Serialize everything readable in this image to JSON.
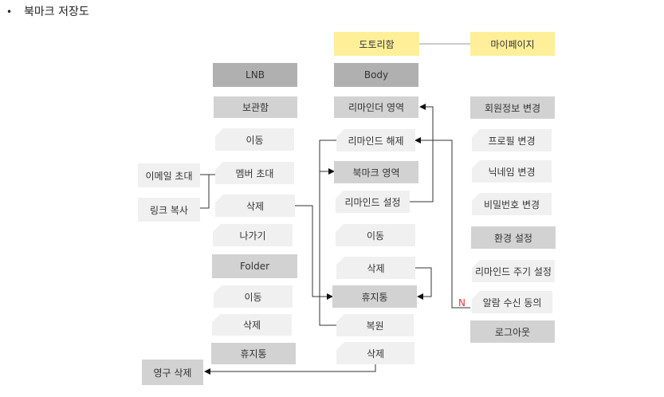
{
  "title": {
    "bullet": "•",
    "text": "북마크 저장도"
  },
  "top": {
    "home": "도토리함",
    "mypage": "마이페이지"
  },
  "lnb": {
    "header": "LNB",
    "storage": "보관함",
    "move": "이동",
    "invite_member": "멤버 초대",
    "delete": "삭제",
    "leave": "나가기",
    "folder": "Folder",
    "folder_move": "이동",
    "folder_delete": "삭제",
    "trash": "휴지통"
  },
  "invite": {
    "email": "이메일 초대",
    "link": "링크 복사"
  },
  "body": {
    "header": "Body",
    "reminder_area": "리마인더 영역",
    "reminder_off": "리마인드 해제",
    "bookmark_area": "북마크 영역",
    "reminder_set": "리마인드 설정",
    "move": "이동",
    "delete": "삭제",
    "trash": "휴지통",
    "restore": "복원",
    "delete2": "삭제"
  },
  "permanent_delete": "영구 삭제",
  "mypage": {
    "member_edit": "회원정보 변경",
    "profile": "프로필 변경",
    "nickname": "닉네임 변경",
    "password": "비밀번호 변경",
    "settings": "환경 설정",
    "reminder_cycle": "리마인드 주기 설정",
    "alarm_consent": "알람 수신 동의",
    "logout": "로그아웃"
  },
  "n_label": "N",
  "colors": {
    "header_gray": "#b0b0b0",
    "highlight_yellow": "#ffef99",
    "dark_gray": "#d2d2d2",
    "light_gray": "#f0f0f0",
    "accent_red": "#e53935"
  }
}
